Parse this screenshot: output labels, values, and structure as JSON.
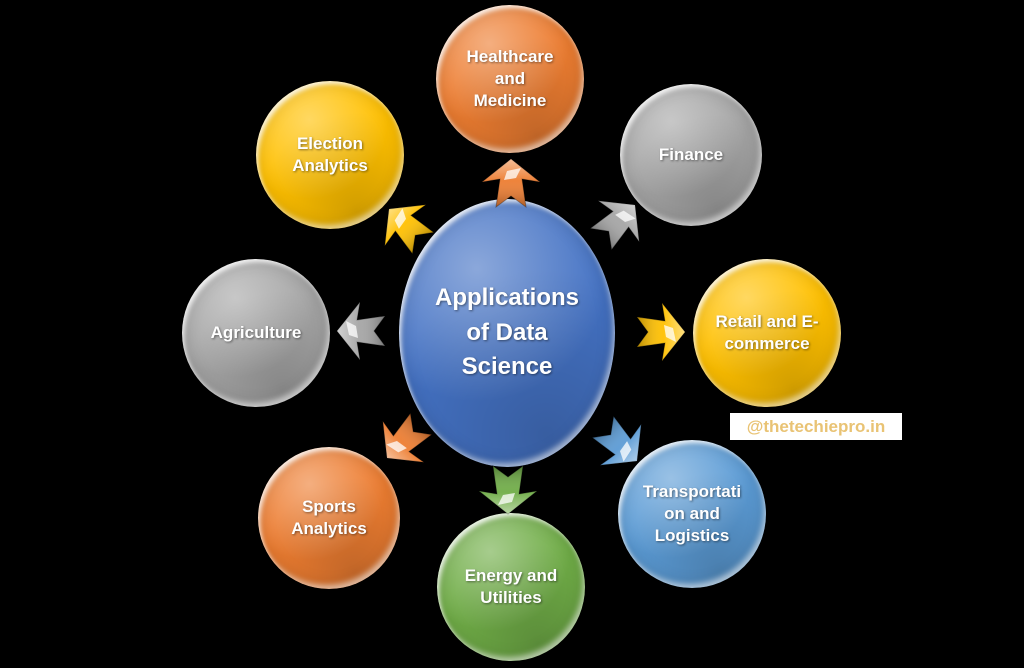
{
  "background": "#000000",
  "center": {
    "label": "Applications\nof Data\nScience",
    "color": "#4472C4",
    "text_color": "#FFFFFF"
  },
  "nodes": [
    {
      "id": "healthcare-and-medicine",
      "label": "Healthcare\nand\nMedicine",
      "color": "#ED7D31"
    },
    {
      "id": "finance",
      "label": "Finance",
      "color": "#A5A5A5"
    },
    {
      "id": "retail-and-e-commerce",
      "label": "Retail and E-\ncommerce",
      "color": "#FFC000"
    },
    {
      "id": "transportation-and-logistics",
      "label": "Transportati\non and\nLogistics",
      "color": "#5B9BD5"
    },
    {
      "id": "energy-and-utilities",
      "label": "Energy and\nUtilities",
      "color": "#70AD47"
    },
    {
      "id": "sports-analytics",
      "label": "Sports\nAnalytics",
      "color": "#ED7D31"
    },
    {
      "id": "agriculture",
      "label": "Agriculture",
      "color": "#A5A5A5"
    },
    {
      "id": "election-analytics",
      "label": "Election\nAnalytics",
      "color": "#FFC000"
    }
  ],
  "arrows": [
    {
      "direction": "up",
      "color": "#ED7D31"
    },
    {
      "direction": "up-right",
      "color": "#A5A5A5"
    },
    {
      "direction": "right",
      "color": "#FFC000"
    },
    {
      "direction": "down-right",
      "color": "#5B9BD5"
    },
    {
      "direction": "down",
      "color": "#70AD47"
    },
    {
      "direction": "down-left",
      "color": "#ED7D31"
    },
    {
      "direction": "left",
      "color": "#A5A5A5"
    },
    {
      "direction": "up-left",
      "color": "#FFC000"
    }
  ],
  "watermark": {
    "text": "@thetechiepro.in",
    "text_color": "#E9C374",
    "background": "#FFFFFF"
  }
}
